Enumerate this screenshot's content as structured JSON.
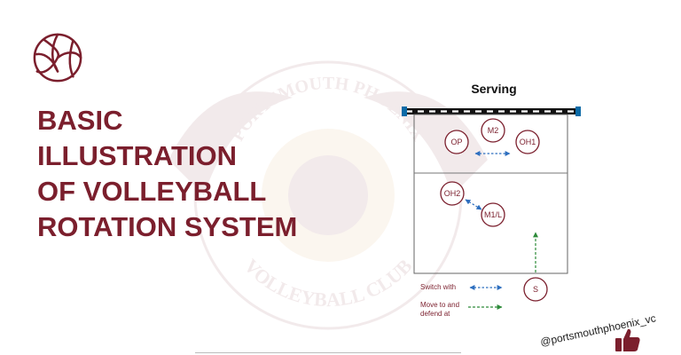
{
  "colors": {
    "accent": "#7b1f2d",
    "switch": "#2e6fbf",
    "move": "#2e8b3a"
  },
  "title_lines": [
    "BASIC",
    "ILLUSTRATION",
    "OF VOLLEYBALL",
    "ROTATION SYSTEM"
  ],
  "court": {
    "heading": "Serving",
    "players": [
      "OP",
      "M2",
      "OH1",
      "OH2",
      "M1/L",
      "S"
    ]
  },
  "legend": {
    "switch_label": "Switch with",
    "move_label_line1": "Move to and",
    "move_label_line2": "defend at"
  },
  "watermark": {
    "top_text": "PORTSMOUTH PHOENIX",
    "bottom_text": "VOLLEYBALL CLUB"
  },
  "handle": "@portsmouthphoenix_vc",
  "icons": [
    "volleyball-icon",
    "thumbs-up-icon"
  ]
}
